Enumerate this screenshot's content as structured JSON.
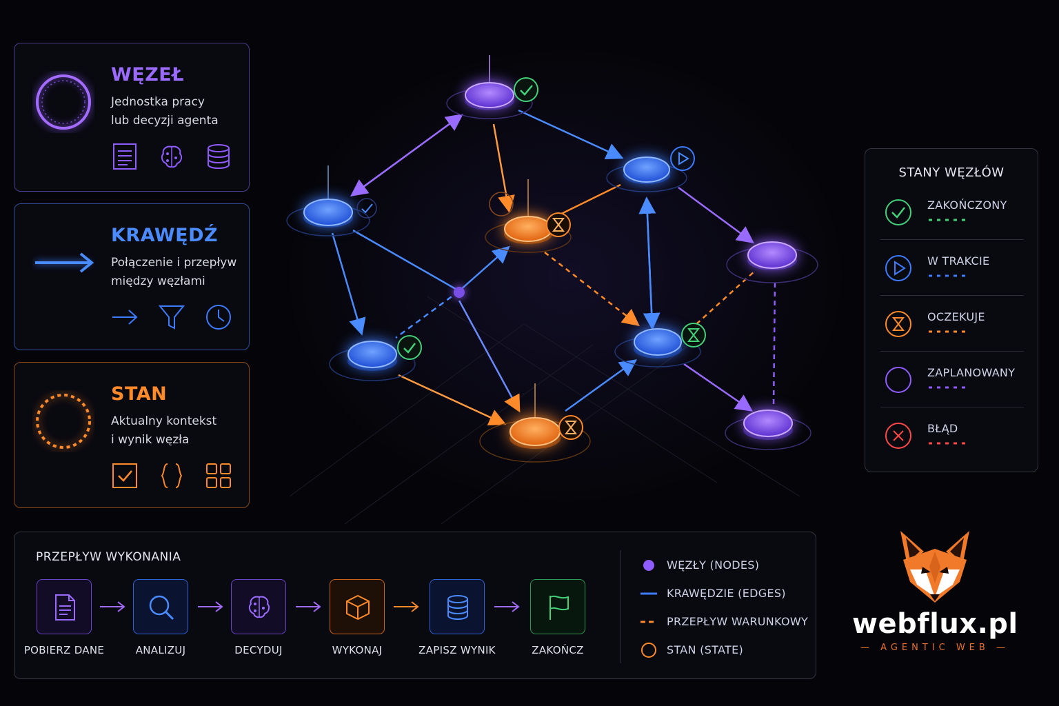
{
  "colors": {
    "purple": "#8f5cff",
    "blue": "#3d7bff",
    "orange": "#ff8a2a",
    "green": "#43d17a",
    "red": "#ff4848",
    "bg": "#050509"
  },
  "cards": {
    "node": {
      "title": "WĘZEŁ",
      "desc": [
        "Jednostka pracy",
        "lub decyzji agenta"
      ],
      "icons": [
        "document-icon",
        "brain-icon",
        "database-icon"
      ]
    },
    "edge": {
      "title": "KRAWĘDŹ",
      "desc": [
        "Połączenie i przepływ",
        "między węzłami"
      ],
      "icons": [
        "arrow-right-icon",
        "filter-icon",
        "clock-icon"
      ]
    },
    "state": {
      "title": "STAN",
      "desc": [
        "Aktualny kontekst",
        "i wynik węzła"
      ],
      "icons": [
        "checkbox-icon",
        "braces-icon",
        "grid-icon"
      ]
    }
  },
  "states": {
    "title": "STANY WĘZŁÓW",
    "items": [
      {
        "label": "ZAKOŃCZONY",
        "icon": "check-circle-icon",
        "color": "#43d17a"
      },
      {
        "label": "W TRAKCIE",
        "icon": "play-circle-icon",
        "color": "#3d7bff"
      },
      {
        "label": "OCZEKUJE",
        "icon": "hourglass-circle-icon",
        "color": "#ff8a2a"
      },
      {
        "label": "ZAPLANOWANY",
        "icon": "empty-circle-icon",
        "color": "#8f5cff"
      },
      {
        "label": "BŁĄD",
        "icon": "x-circle-icon",
        "color": "#ff4848"
      }
    ]
  },
  "flow": {
    "title": "PRZEPŁYW WYKONANIA",
    "steps": [
      {
        "label": "POBIERZ DANE",
        "icon": "document-icon",
        "color": "#8f5cff"
      },
      {
        "label": "ANALIZUJ",
        "icon": "search-icon",
        "color": "#3d7bff"
      },
      {
        "label": "DECYDUJ",
        "icon": "brain-icon",
        "color": "#8f5cff"
      },
      {
        "label": "WYKONAJ",
        "icon": "cube-icon",
        "color": "#ff8a2a"
      },
      {
        "label": "ZAPISZ WYNIK",
        "icon": "database-icon",
        "color": "#3d7bff"
      },
      {
        "label": "ZAKOŃCZ",
        "icon": "flag-icon",
        "color": "#43d17a"
      }
    ],
    "key": [
      {
        "label": "WĘZŁY (NODES)",
        "symbol": "dot"
      },
      {
        "label": "KRAWĘDZIE (EDGES)",
        "symbol": "line"
      },
      {
        "label": "PRZEPŁYW WARUNKOWY",
        "symbol": "dashed"
      },
      {
        "label": "STAN (STATE)",
        "symbol": "ring"
      }
    ]
  },
  "brand": {
    "name": "webflux.pl",
    "tagline": "AGENTIC WEB"
  }
}
